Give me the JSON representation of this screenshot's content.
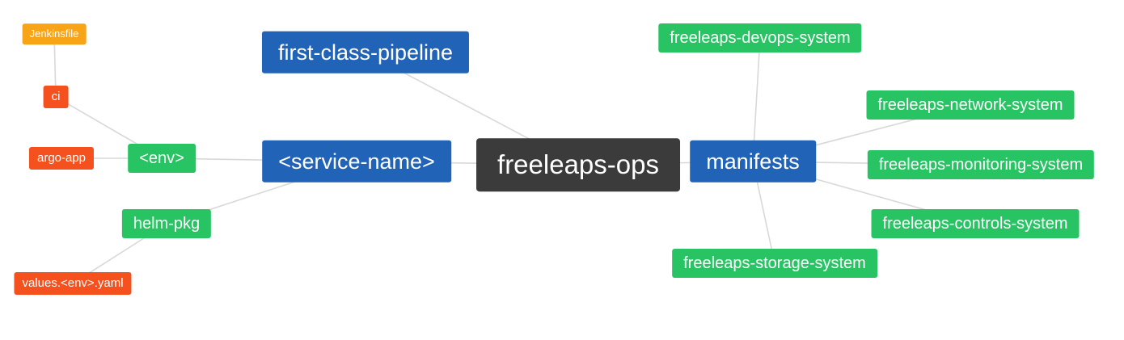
{
  "palette": {
    "dark": "#3b3b3b",
    "blue": "#2163b6",
    "green": "#28c464",
    "red": "#f4511e",
    "orange": "#f8a418",
    "line": "#d8d8d8"
  },
  "diagram": {
    "nodes": {
      "root": {
        "label": "freeleaps-ops",
        "color": "#3b3b3b"
      },
      "first_class_pipeline": {
        "label": "first-class-pipeline",
        "color": "#2163b6"
      },
      "service_name": {
        "label": "<service-name>",
        "color": "#2163b6"
      },
      "manifests": {
        "label": "manifests",
        "color": "#2163b6"
      },
      "env": {
        "label": "<env>",
        "color": "#28c464"
      },
      "helm_pkg": {
        "label": "helm-pkg",
        "color": "#28c464"
      },
      "ci": {
        "label": "ci",
        "color": "#f4511e"
      },
      "argo_app": {
        "label": "argo-app",
        "color": "#f4511e"
      },
      "jenkinsfile": {
        "label": "Jenkinsfile",
        "color": "#f8a418"
      },
      "values_env_yaml": {
        "label": "values.<env>.yaml",
        "color": "#f4511e"
      },
      "devops_system": {
        "label": "freeleaps-devops-system",
        "color": "#28c464"
      },
      "network_system": {
        "label": "freeleaps-network-system",
        "color": "#28c464"
      },
      "monitoring_system": {
        "label": "freeleaps-monitoring-system",
        "color": "#28c464"
      },
      "controls_system": {
        "label": "freeleaps-controls-system",
        "color": "#28c464"
      },
      "storage_system": {
        "label": "freeleaps-storage-system",
        "color": "#28c464"
      }
    }
  }
}
